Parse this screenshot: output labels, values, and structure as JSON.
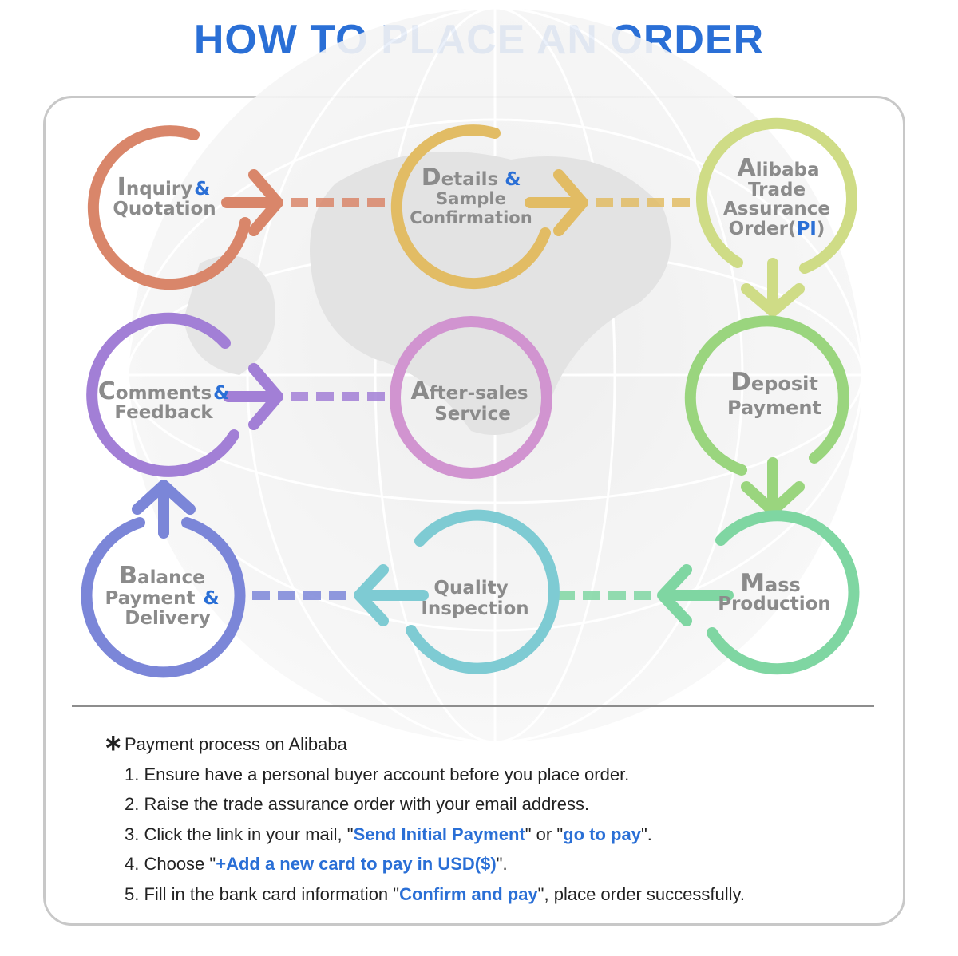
{
  "title": "HOW TO PLACE AN ORDER",
  "steps": {
    "inquiry": {
      "l1a": "I",
      "l1b": "nquiry",
      "amp": "&",
      "l2": "Quotation",
      "color": "#d9866a"
    },
    "details": {
      "l1a": "D",
      "l1b": "etails",
      "amp": "&",
      "l2": "Sample",
      "l3": "Confirmation",
      "color": "#e2bc64"
    },
    "alibaba": {
      "l1a": "A",
      "l1b": "libaba",
      "l2": "Trade",
      "l3": "Assurance",
      "l4a": "Order(",
      "l4b": "PI",
      "l4c": ")",
      "color": "#cfdc86"
    },
    "deposit": {
      "l1a": "D",
      "l1b": "eposit",
      "l2": "Payment",
      "color": "#9ad57e"
    },
    "mass": {
      "l1a": "M",
      "l1b": "ass",
      "l2": "Production",
      "color": "#7fd6a2"
    },
    "quality": {
      "l1": "Quality",
      "l2": "Inspection",
      "color": "#7ecbd3"
    },
    "balance": {
      "l1a": "B",
      "l1b": "alance",
      "l2": "Payment",
      "amp": "&",
      "l3": "Delivery",
      "color": "#7b86d8"
    },
    "comments": {
      "l1a": "C",
      "l1b": "omments",
      "amp": "&",
      "l2": "Feedback",
      "color": "#a27fd6"
    },
    "aftersales": {
      "l1a": "A",
      "l1b": "fter-sales",
      "l2": "Service",
      "color": "#d194d0"
    }
  },
  "notes": {
    "heading": "Payment process on Alibaba",
    "s1": "1. Ensure have a personal buyer account before you place order.",
    "s2": "2. Raise the trade assurance order with your email address.",
    "s3_a": "3. Click the link in your mail, \"",
    "s3_link1": "Send Initial Payment",
    "s3_b": "\" or \"",
    "s3_link2": "go to pay",
    "s3_c": "\".",
    "s4_a": "4. Choose \"",
    "s4_link": "+Add a new card to pay in USD($)",
    "s4_b": "\".",
    "s5_a": "5. Fill in the bank card information \"",
    "s5_link": "Confirm and pay",
    "s5_b": "\", place order successfully."
  },
  "colors": {
    "title": "#2a6fd6",
    "accent": "#2a6fd6",
    "label": "#8b8b8b",
    "frame": "#c8c8c8"
  }
}
